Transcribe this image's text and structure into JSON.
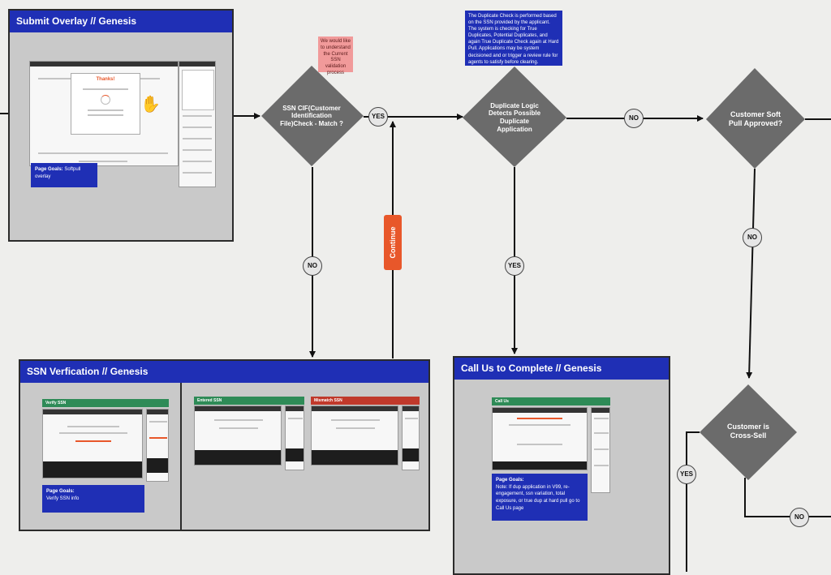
{
  "panels": {
    "submit_overlay": {
      "title": "Submit Overlay // Genesis",
      "goals_label": "Page Goals:",
      "goals_text": "Softpull overlay",
      "modal_title": "Thanks!"
    },
    "ssn_verification": {
      "title": "SSN Verfication // Genesis",
      "screens": [
        {
          "label": "Verify SSN",
          "color": "#2e8b57"
        },
        {
          "label": "Entered SSN",
          "color": "#2e8b57"
        },
        {
          "label": "Mismatch SSN",
          "color": "#c0392b"
        }
      ],
      "goals_label": "Page Goals:",
      "goals_text": "Verify SSN info"
    },
    "call_us": {
      "title": "Call Us to Complete // Genesis",
      "screen_label": "Call Us",
      "goals_label": "Page Goals:",
      "goals_text": "Note: If dup application in V99, re-engagement, ssn variation, total exposure, or true dup at hard pull go to Call Us page"
    }
  },
  "notes": {
    "pink": "We would like to understand the Current SSN validation process",
    "blue": "The Duplicate Check is performed based on the SSN provided by the applicant. The system is checking for True Duplicates, Potential Duplicates, and again True Duplicate Check again at Hard Pull. Applications may be system decisioned and or trigger a review rule for agents to satisfy before clearing."
  },
  "decisions": {
    "ssn_cif": "SSN CIF(Customer Identification File)Check - Match ?",
    "duplicate": "Duplicate Logic Detects Possible Duplicate Application",
    "soft_pull": "Customer Soft Pull Approved?",
    "cross_sell": "Customer is Cross-Sell"
  },
  "connectors": {
    "yes_ssn": "YES",
    "no_ssn": "NO",
    "no_dup": "NO",
    "yes_dup": "YES",
    "no_softpull": "NO",
    "yes_crosssell": "YES",
    "no_crosssell": "NO"
  },
  "continue_label": "Continue",
  "colors": {
    "panel_header": "#1f2fb5",
    "panel_bg": "#c9c9c9",
    "decision": "#6b6b6b",
    "continue": "#e8572a",
    "pink_note": "#f19a9a"
  }
}
